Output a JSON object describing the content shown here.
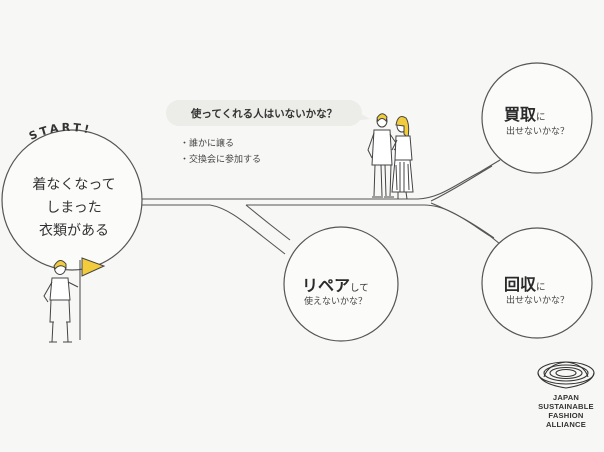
{
  "start": {
    "label": "START!",
    "lines": [
      "着なくなって",
      "しまった",
      "衣類がある"
    ]
  },
  "question_bubble": {
    "text": "使ってくれる人はいないかな？",
    "bullets": [
      "・誰かに譲る",
      "・交換会に参加する"
    ]
  },
  "options": {
    "buy": {
      "main": "買取",
      "particle": "に",
      "sub": "出せないかな？"
    },
    "repair": {
      "main": "リペア",
      "particle": "して",
      "sub": "使えないかな？"
    },
    "collect": {
      "main": "回収",
      "particle": "に",
      "sub": "出せないかな？"
    }
  },
  "logo": {
    "lines": [
      "JAPAN",
      "SUSTAINABLE",
      "FASHION",
      "ALLIANCE"
    ]
  },
  "colors": {
    "accent": "#f2cc3d",
    "line": "#444444",
    "circle_fill": "#fbfbfa",
    "bubble": "#ecece8",
    "background": "#f7f7f5"
  }
}
